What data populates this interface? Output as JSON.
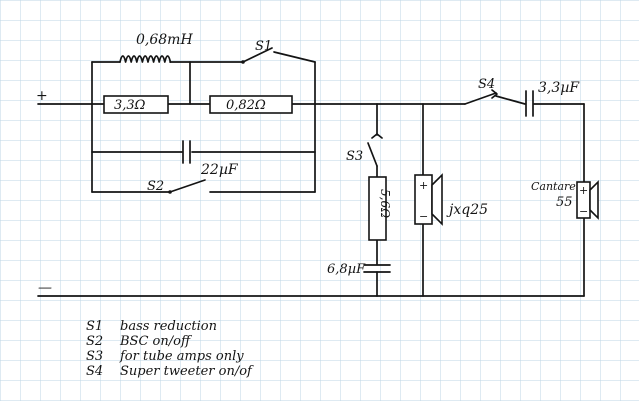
{
  "terminals": {
    "positive": "+",
    "negative": "—"
  },
  "components": {
    "inductor_value": "0,68mH",
    "resistor_1_value": "3,3Ω",
    "resistor_2_value": "0,82Ω",
    "cap_bsc_value": "22µF",
    "resistor_tube_value": "5,6Ω",
    "cap_tube_value": "6,8µF",
    "cap_tweeter_value": "3,3µF",
    "woofer_label": "jxq25",
    "tweeter_label_1": "Cantare",
    "tweeter_label_2": "55",
    "polarity_plus": "+",
    "polarity_minus": "−"
  },
  "switches": {
    "s1": "S1",
    "s2": "S2",
    "s3": "S3",
    "s4": "S4"
  },
  "legend": [
    {
      "key": "S1",
      "desc": "bass reduction"
    },
    {
      "key": "S2",
      "desc": "BSC on/off"
    },
    {
      "key": "S3",
      "desc": "for tube amps only"
    },
    {
      "key": "S4",
      "desc": "Super tweeter on/of"
    }
  ],
  "colors": {
    "grid": "#bcd5e6",
    "ink": "#141414",
    "paper": "#ffffff"
  }
}
